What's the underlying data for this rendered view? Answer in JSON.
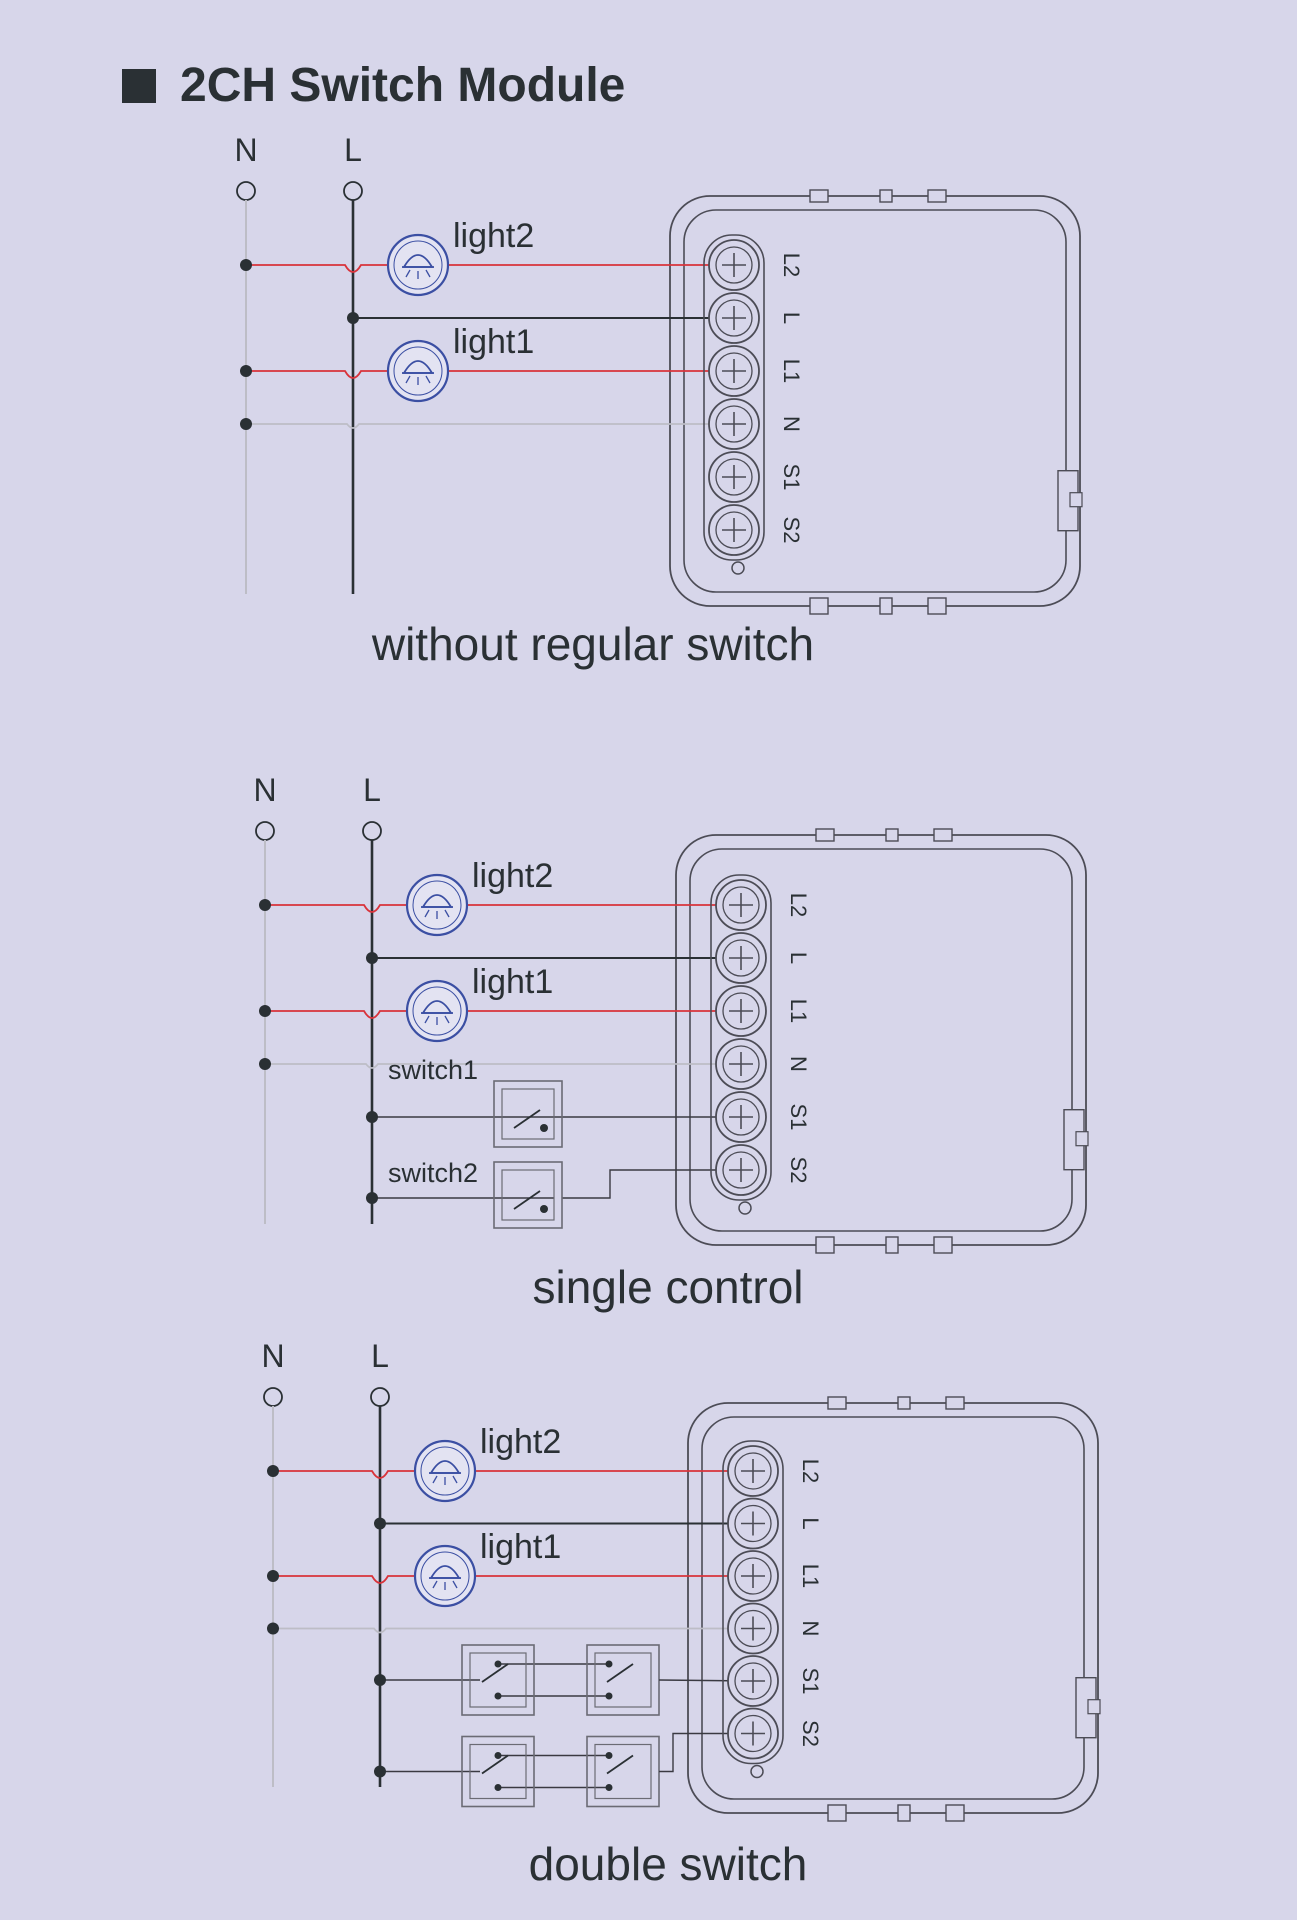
{
  "title": "2CH Switch Module",
  "colors": {
    "background": "#d7d6ea",
    "live_wire": "#d9333b",
    "line_wire": "#2a3034",
    "neutral_wire": "#bdbdc6",
    "lamp": "#3b4fa3"
  },
  "labels": {
    "neutral": "N",
    "line": "L",
    "light1": "light1",
    "light2": "light2",
    "switch1": "switch1",
    "switch2": "switch2"
  },
  "terminals": [
    "L2",
    "L",
    "L1",
    "N",
    "S1",
    "S2"
  ],
  "diagrams": [
    {
      "caption": "without regular switch"
    },
    {
      "caption": "single control"
    },
    {
      "caption": "double switch"
    }
  ]
}
